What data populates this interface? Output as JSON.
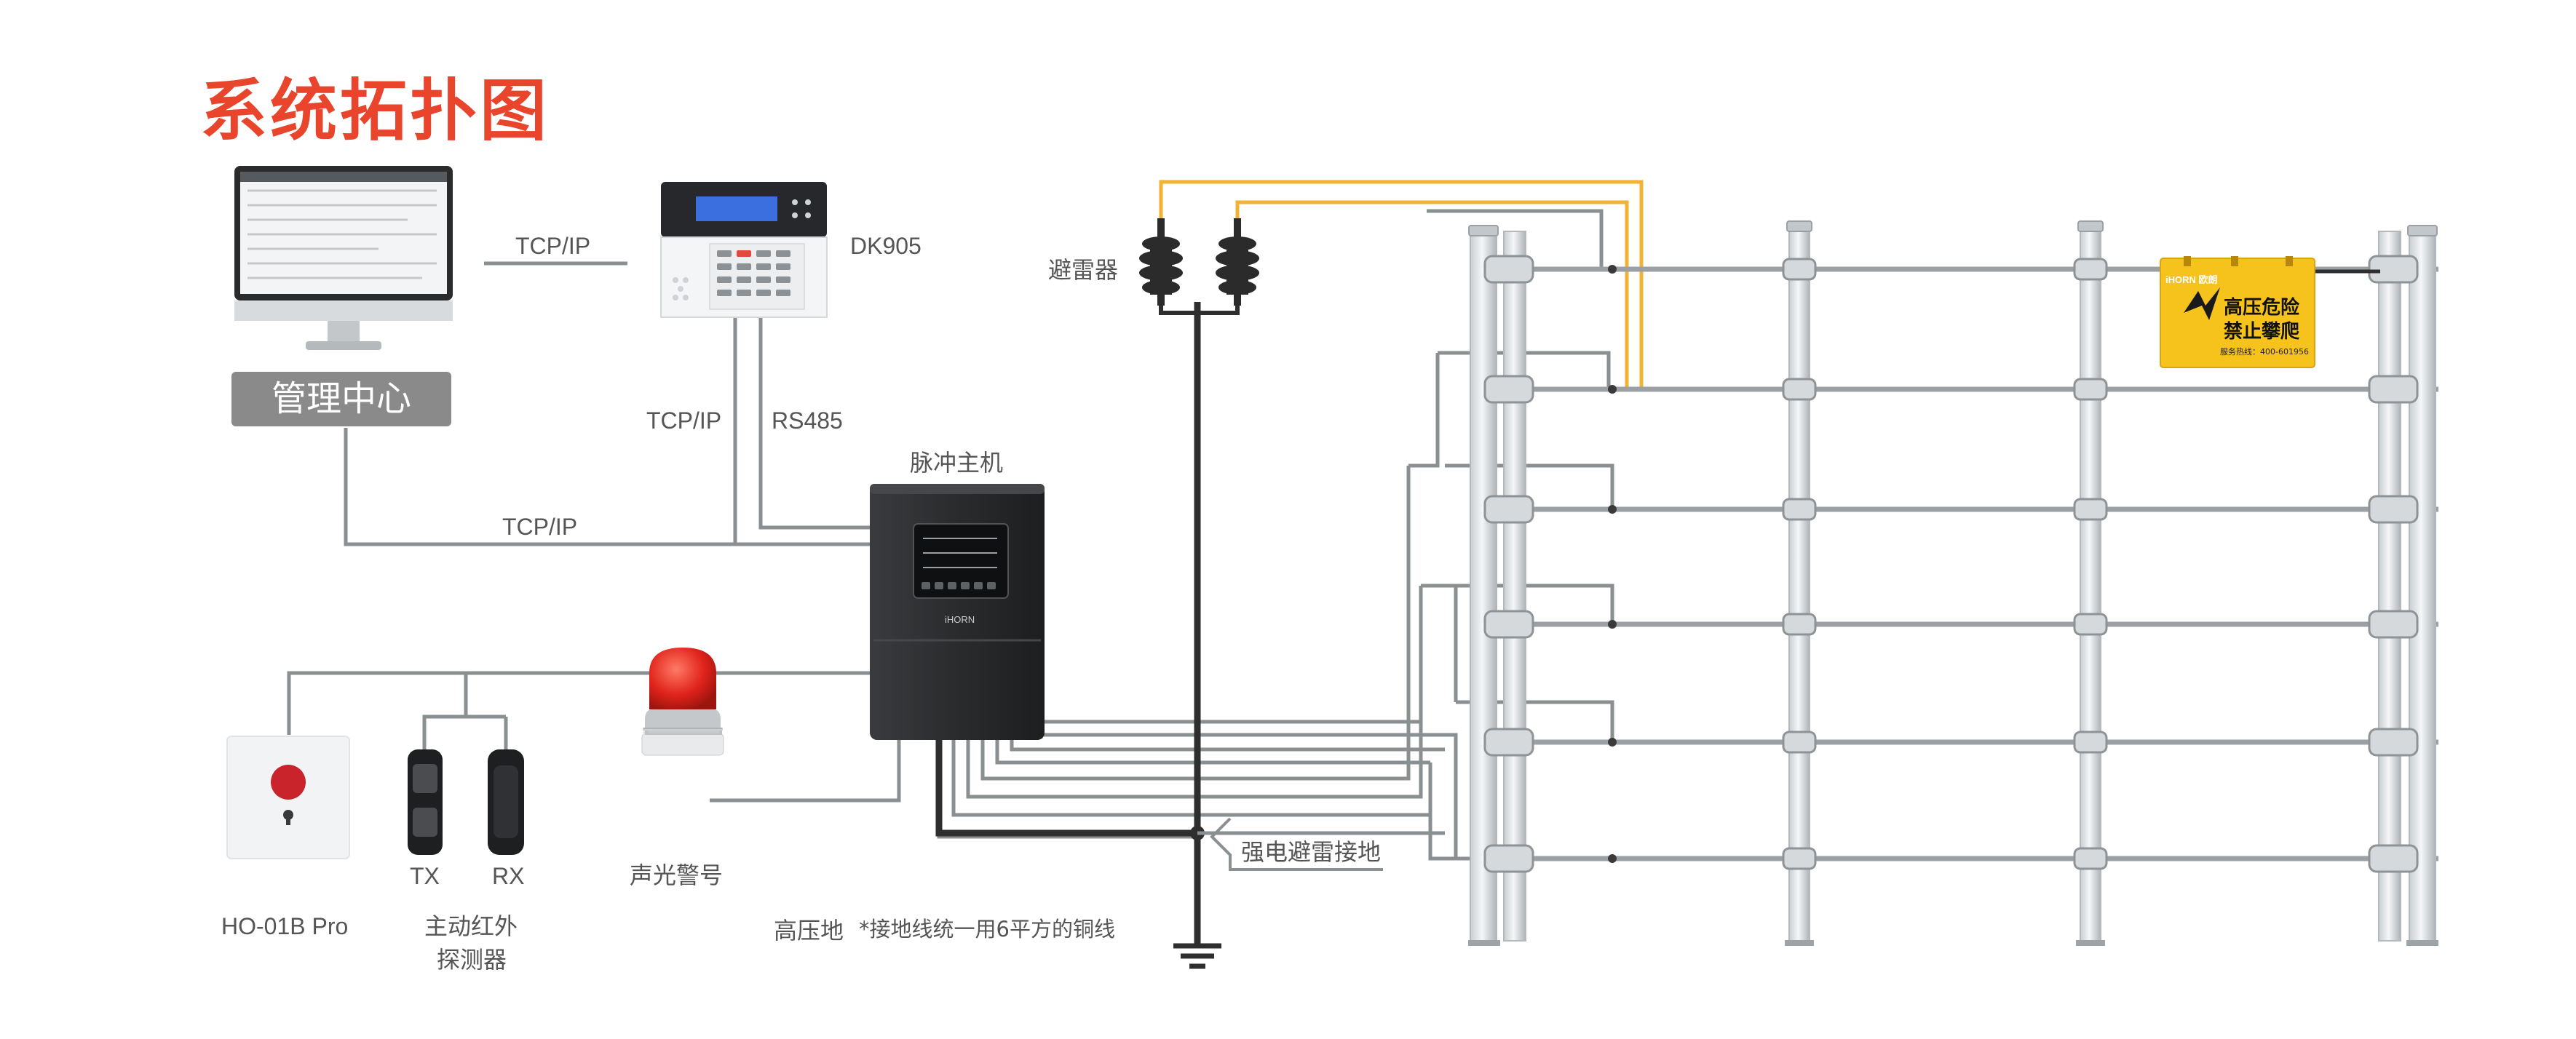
{
  "title": "系统拓扑图",
  "labels": {
    "management_center": "管理中心",
    "tcpip_top": "TCP/IP",
    "tcpip_mid": "TCP/IP",
    "rs485": "RS485",
    "tcpip_bottom": "TCP/IP",
    "dk905": "DK905",
    "lightning_arrester": "避雷器",
    "pulse_host": "脉冲主机",
    "ho01b": "HO-01B Pro",
    "tx": "TX",
    "rx": "RX",
    "ir_detector_line1": "主动红外",
    "ir_detector_line2": "探测器",
    "alarm_light": "声光警号",
    "strong_grounding": "强电避雷接地",
    "hv_ground": "高压地",
    "ground_note": "*接地线统一用6平方的铜线"
  },
  "warning_sign": {
    "brand": "iHORN 欧朗",
    "line1": "高压危险",
    "line2": "禁止攀爬",
    "service": "服务热线：400-601956"
  },
  "host_device": {
    "brand": "iHORN"
  },
  "colors": {
    "title": "#e8452c",
    "wire": "#8a8f92",
    "hv_wire": "#f2b233",
    "sign": "#f6c21c",
    "host": "#2b2c2e",
    "alarm": "#e0231b"
  }
}
